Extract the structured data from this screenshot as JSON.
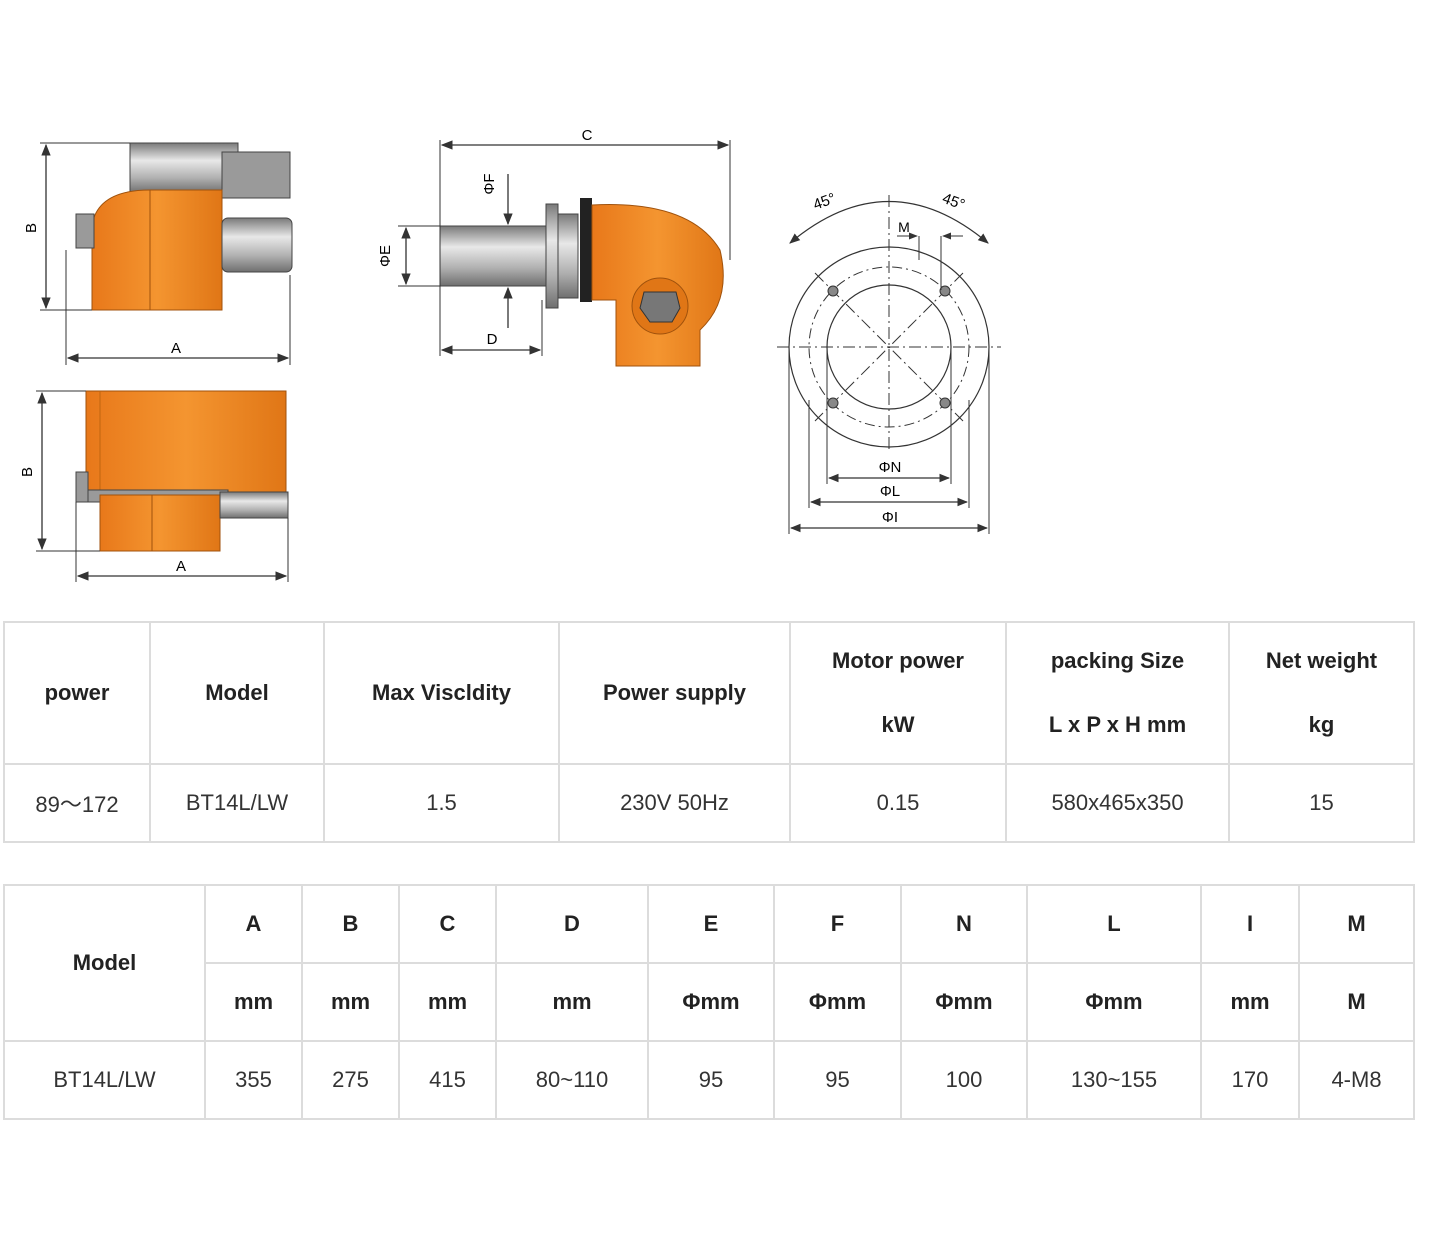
{
  "drawing": {
    "labels": {
      "A": "A",
      "B": "B",
      "C": "C",
      "D": "D",
      "E": "ΦE",
      "F": "ΦF",
      "M": "M",
      "N": "ΦN",
      "L": "ΦL",
      "I": "ΦI",
      "angle1": "45°",
      "angle2": "45°"
    },
    "colors": {
      "body": "#f08a1c",
      "metal": "#b8b8b8",
      "line": "#333333"
    }
  },
  "spec_table": {
    "headers": {
      "power": "power",
      "model": "Model",
      "viscosity": "Max Viscldity",
      "supply": "Power supply",
      "motor_line1": "Motor power",
      "motor_line2": "kW",
      "packing_line1": "packing Size",
      "packing_line2": "L x P x H mm",
      "weight_line1": "Net weight",
      "weight_line2": "kg"
    },
    "row": {
      "power": "89～172",
      "model": "BT14L/LW",
      "viscosity": "1.5",
      "supply": "230V 50Hz",
      "motor": "0.15",
      "packing": "580x465x350",
      "weight": "15"
    }
  },
  "dim_table": {
    "model_header": "Model",
    "columns": [
      {
        "name": "A",
        "unit": "mm",
        "value": "355"
      },
      {
        "name": "B",
        "unit": "mm",
        "value": "275"
      },
      {
        "name": "C",
        "unit": "mm",
        "value": "415"
      },
      {
        "name": "D",
        "unit": "mm",
        "value": "80~110"
      },
      {
        "name": "E",
        "unit": "Φmm",
        "value": "95"
      },
      {
        "name": "F",
        "unit": "Φmm",
        "value": "95"
      },
      {
        "name": "N",
        "unit": "Φmm",
        "value": "100"
      },
      {
        "name": "L",
        "unit": "Φmm",
        "value": "130~155"
      },
      {
        "name": "I",
        "unit": "mm",
        "value": "170"
      },
      {
        "name": "M",
        "unit": "M",
        "value": "4-M8"
      }
    ],
    "model_value": "BT14L/LW"
  }
}
